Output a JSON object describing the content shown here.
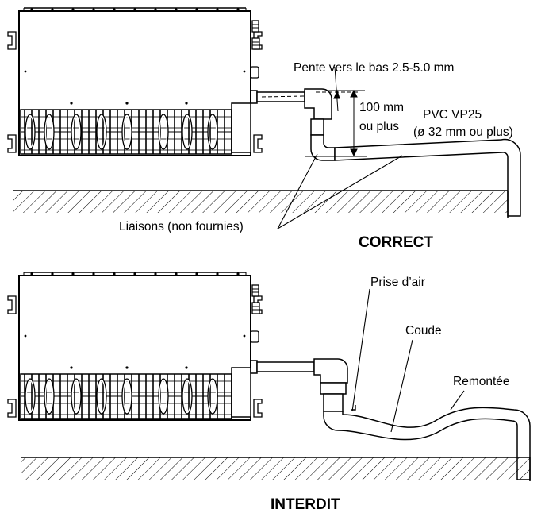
{
  "panel_top": {
    "slope_label": "Pente vers le bas 2.5-5.0 mm",
    "height_line1": "100 mm",
    "height_line2": "ou plus",
    "pipe_line1": "PVC VP25",
    "pipe_line2": "(ø 32 mm ou plus)",
    "joints_label": "Liaisons (non fournies)",
    "verdict": "CORRECT"
  },
  "panel_bottom": {
    "air_label": "Prise d’air",
    "elbow_label": "Coude",
    "rise_label": "Remontée",
    "verdict": "INTERDIT"
  }
}
